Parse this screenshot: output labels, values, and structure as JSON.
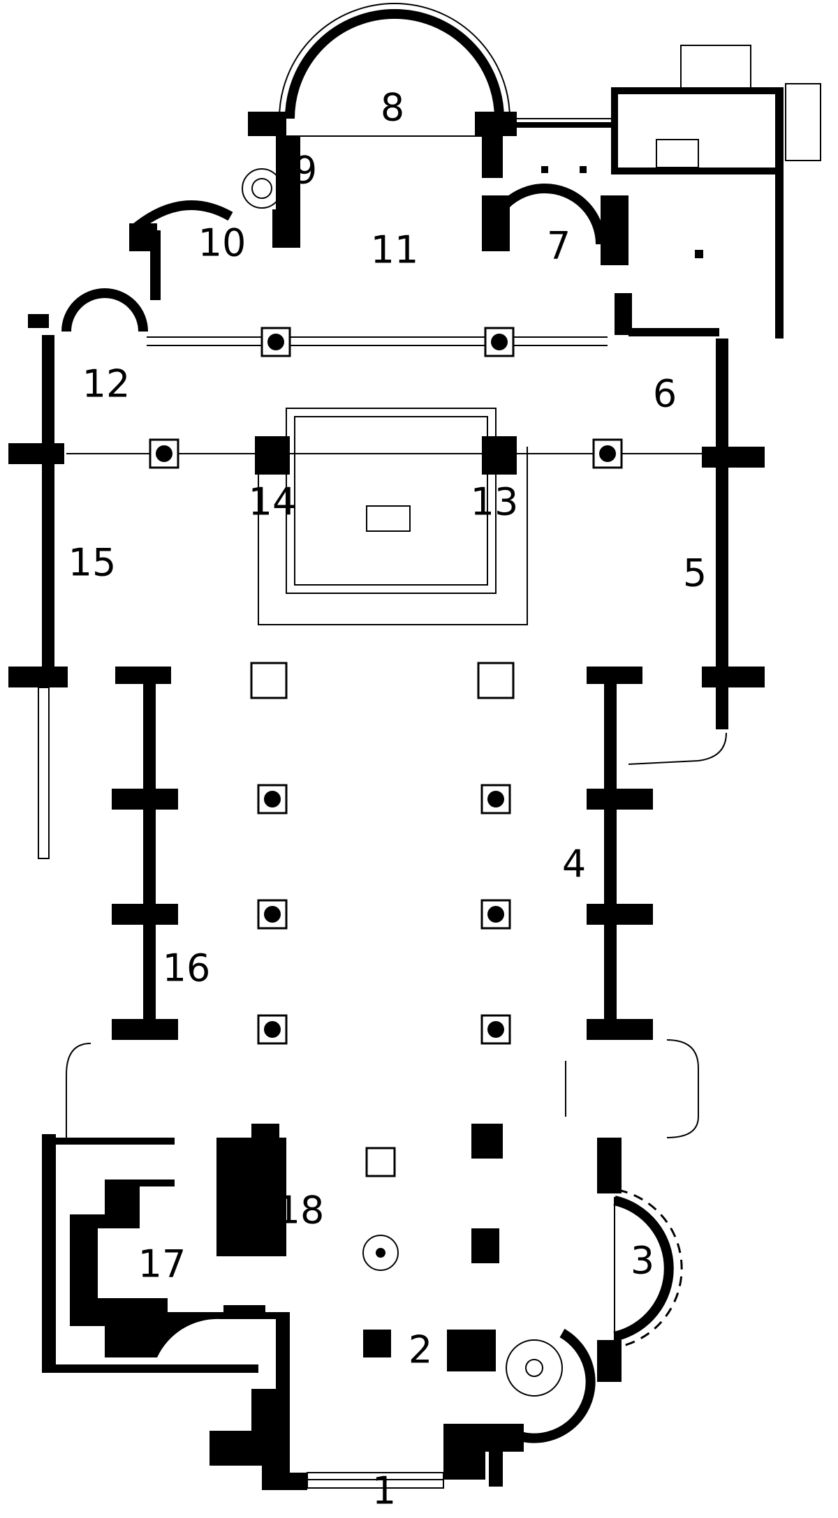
{
  "diagram": {
    "labels": [
      {
        "id": "1",
        "text": "1"
      },
      {
        "id": "2",
        "text": "2"
      },
      {
        "id": "3",
        "text": "3"
      },
      {
        "id": "4",
        "text": "4"
      },
      {
        "id": "5",
        "text": "5"
      },
      {
        "id": "6",
        "text": "6"
      },
      {
        "id": "7",
        "text": "7"
      },
      {
        "id": "8",
        "text": "8"
      },
      {
        "id": "9",
        "text": "9"
      },
      {
        "id": "10",
        "text": "10"
      },
      {
        "id": "11",
        "text": "11"
      },
      {
        "id": "12",
        "text": "12"
      },
      {
        "id": "13",
        "text": "13"
      },
      {
        "id": "14",
        "text": "14"
      },
      {
        "id": "15",
        "text": "15"
      },
      {
        "id": "16",
        "text": "16"
      },
      {
        "id": "17",
        "text": "17"
      },
      {
        "id": "18",
        "text": "18"
      }
    ]
  }
}
